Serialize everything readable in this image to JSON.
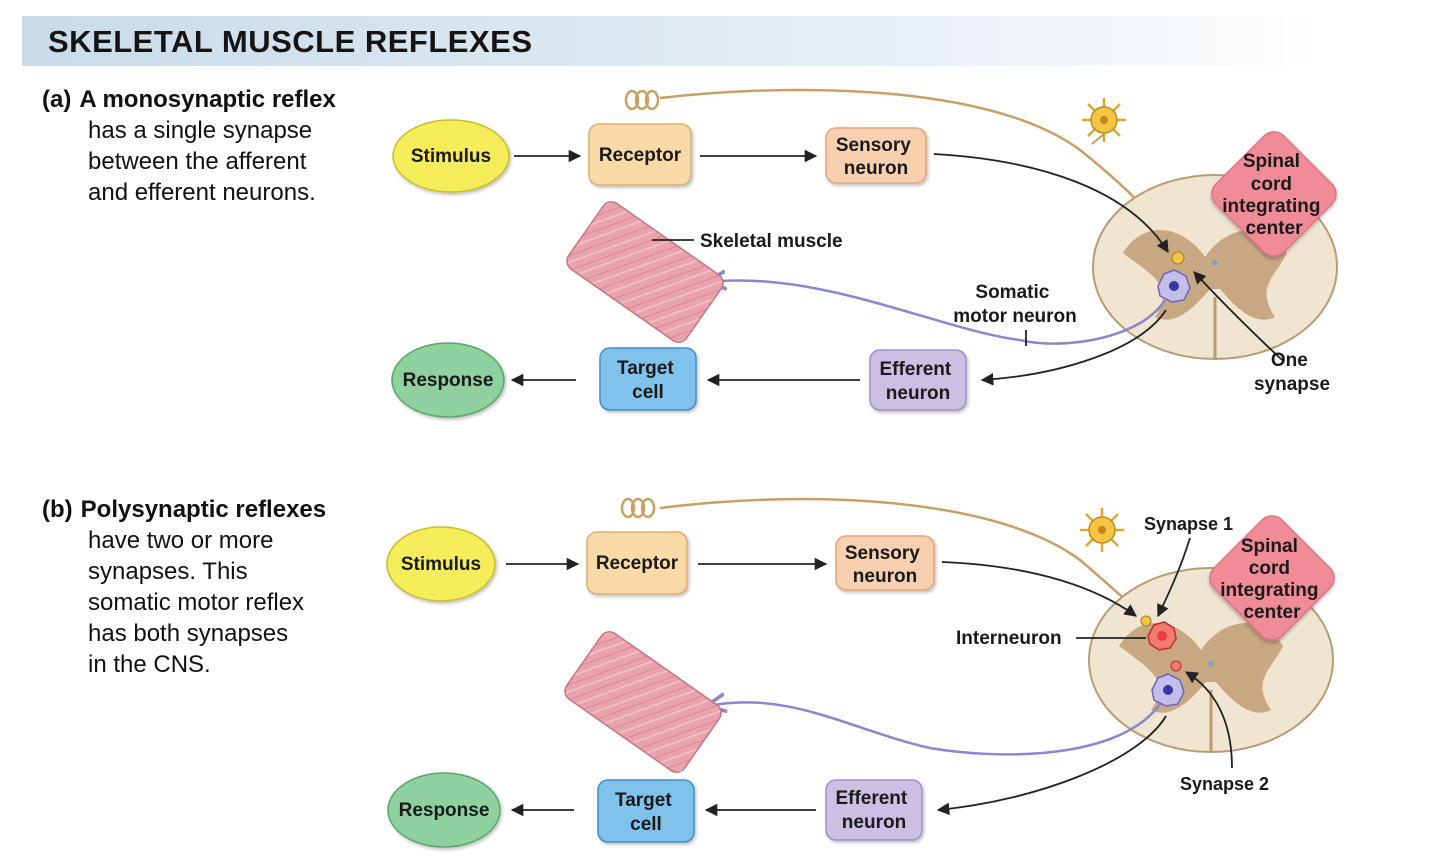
{
  "title": "SKELETAL MUSCLE REFLEXES",
  "panel_a": {
    "label": "(a)",
    "heading": "A monosynaptic reflex",
    "desc_lines": [
      "has a single synapse",
      "between the afferent",
      "and efferent neurons."
    ],
    "nodes": {
      "stimulus": "Stimulus",
      "receptor": "Receptor",
      "sensory": [
        "Sensory",
        "neuron"
      ],
      "integrating": [
        "Spinal",
        "cord",
        "integrating",
        "center"
      ],
      "efferent": [
        "Efferent",
        "neuron"
      ],
      "target": [
        "Target",
        "cell"
      ],
      "response": "Response"
    },
    "callouts": {
      "skeletal_muscle": "Skeletal muscle",
      "somatic_motor": [
        "Somatic",
        "motor neuron"
      ],
      "one_synapse": [
        "One",
        "synapse"
      ]
    }
  },
  "panel_b": {
    "label": "(b)",
    "heading": "Polysynaptic reflexes",
    "desc_lines": [
      "have two or more",
      "synapses. This",
      "somatic motor reflex",
      "has both synapses",
      "in the CNS."
    ],
    "nodes": {
      "stimulus": "Stimulus",
      "receptor": "Receptor",
      "sensory": [
        "Sensory",
        "neuron"
      ],
      "integrating": [
        "Spinal",
        "cord",
        "integrating",
        "center"
      ],
      "efferent": [
        "Efferent",
        "neuron"
      ],
      "target": [
        "Target",
        "cell"
      ],
      "response": "Response"
    },
    "callouts": {
      "synapse1": "Synapse 1",
      "interneuron": "Interneuron",
      "synapse2": "Synapse 2"
    }
  },
  "colors": {
    "stimulus": "#f5ec5a",
    "receptor": "#f9d9a5",
    "sensory": "#f8d0b0",
    "integrating": "#f08c98",
    "efferent": "#cbbfe3",
    "target": "#7fc3ec",
    "response": "#8fd19e",
    "sensory_axon": "#c9a063",
    "motor_axon": "#8a86cf",
    "interneuron": "#e83e3e",
    "spinal_white": "#efe5d1",
    "spinal_gray": "#c8a783"
  }
}
